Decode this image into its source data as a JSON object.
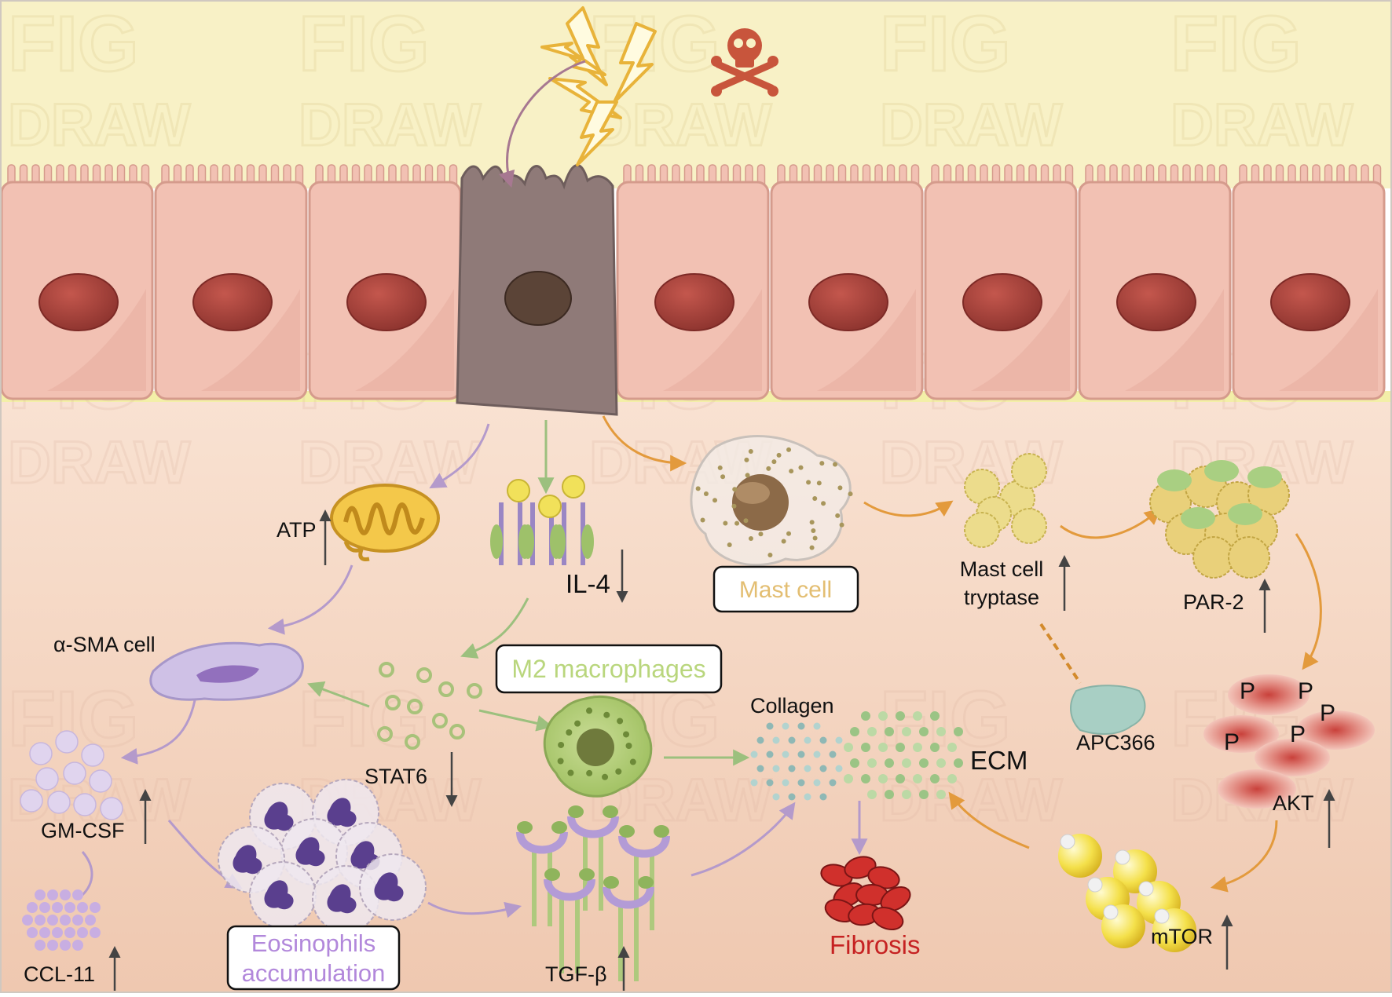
{
  "labels": {
    "atp": "ATP",
    "il4": "IL-4",
    "alpha_sma": "α-SMA cell",
    "m2": "M2 macrophages",
    "stat6": "STAT6",
    "gmcsf": "GM-CSF",
    "ccl11": "CCL-11",
    "eos_line1": "Eosinophils",
    "eos_line2": "accumulation",
    "tgfb": "TGF-β",
    "mast_cell": "Mast cell",
    "tryptase_line1": "Mast cell",
    "tryptase_line2": "tryptase",
    "par2": "PAR-2",
    "collagen": "Collagen",
    "ecm": "ECM",
    "fibrosis": "Fibrosis",
    "apc366": "APC366",
    "akt": "AKT",
    "mtor": "mTOR",
    "phospho": "P"
  },
  "watermark": {
    "line1": "FIG",
    "line2": "DRAW"
  },
  "colors": {
    "lumen": "#f8f1c6",
    "tissue": "#f6d6c2",
    "epithelial_cell": "#f2c1b3",
    "nucleus": "#a5413a",
    "damaged_cell": "#8f7a78",
    "damaged_nucleus": "#5b4437",
    "purple_path": "#b49acb",
    "green_path": "#9cc07e",
    "orange_path": "#e39a3c",
    "fibrosis_text": "#c62222",
    "mast_text": "#e3be72",
    "m2_text": "#b9d67d",
    "eos_text": "#b288db"
  }
}
